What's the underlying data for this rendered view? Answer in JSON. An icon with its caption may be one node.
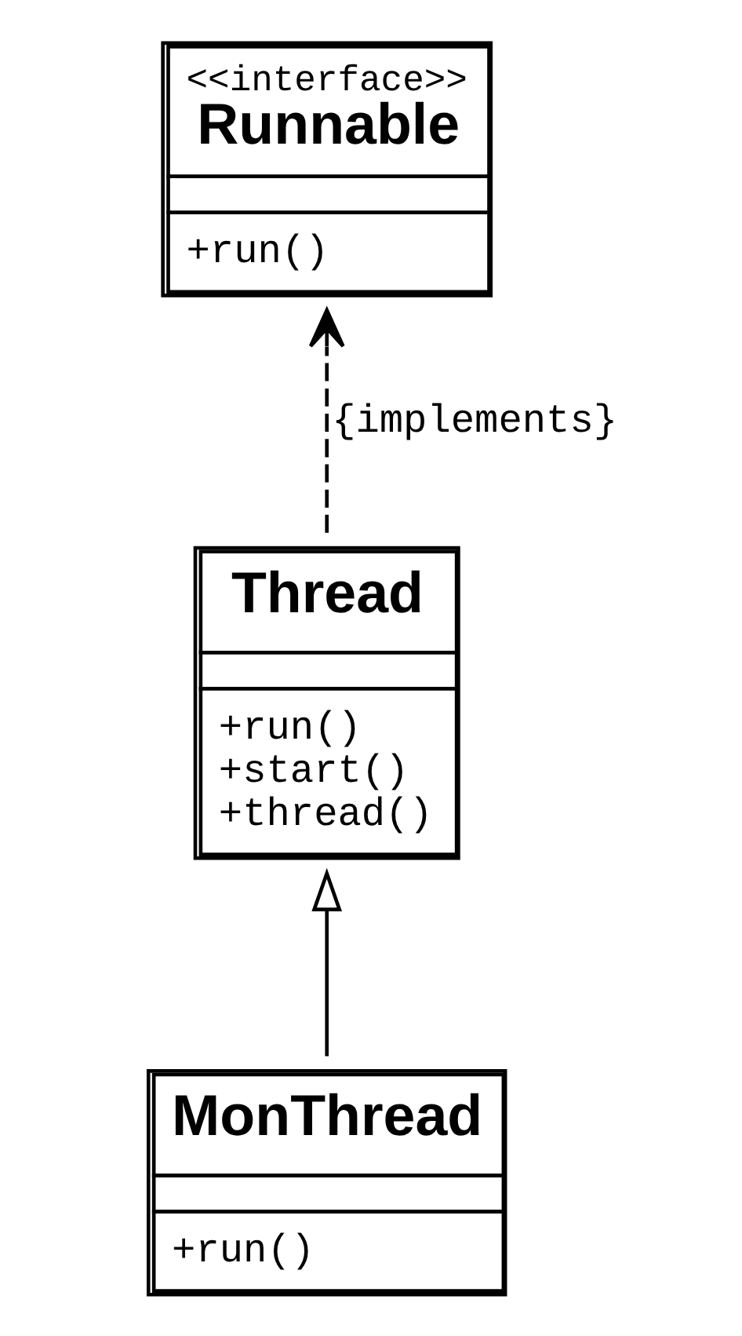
{
  "diagram": {
    "nodes": [
      {
        "text": [
          "<<interface>>",
          "Runnable",
          "+run()"
        ]
      },
      {
        "text": [
          "Thread",
          "+run()",
          "+start()",
          "+thread()"
        ]
      },
      {
        "text": [
          "MonThread",
          "+run()"
        ]
      }
    ],
    "edges": [
      {
        "from": 1,
        "to": 0,
        "arrow": "to",
        "style": "dashed",
        "label": "{implements}"
      },
      {
        "from": 2,
        "to": 1,
        "arrow": "to"
      }
    ]
  }
}
